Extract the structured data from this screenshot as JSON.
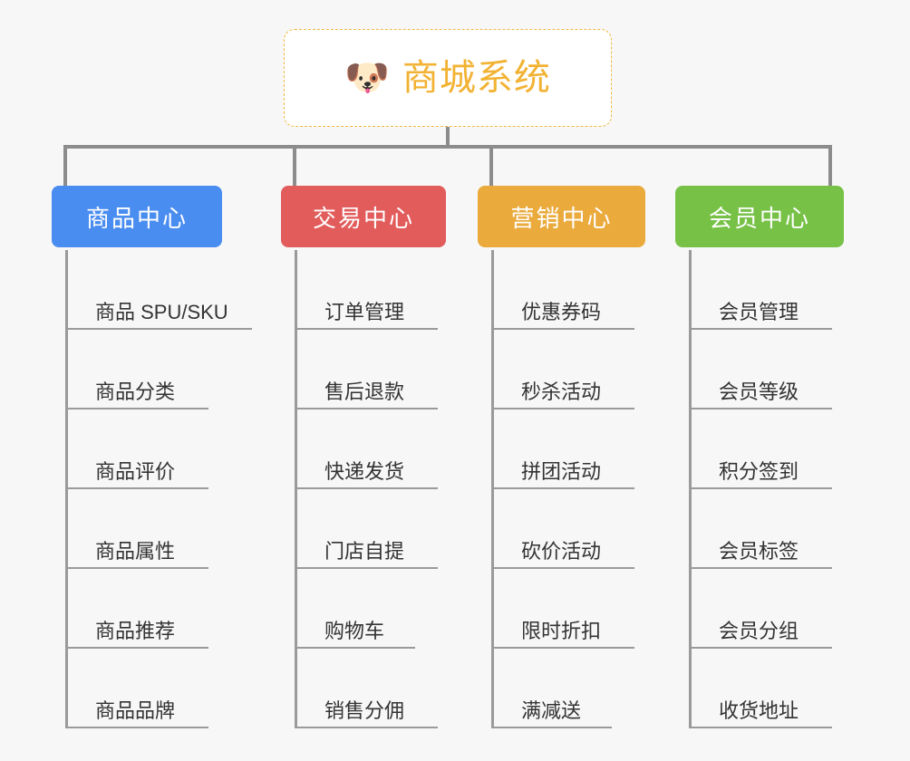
{
  "root": {
    "icon": "shiba-dog-face-icon",
    "emoji": "🐶",
    "title": "商城系统",
    "border_color": "#f0b840",
    "title_color": "#f2b233"
  },
  "canvas": {
    "background": "#f7f7f7",
    "connector_color": "#8c8c8c",
    "leaf_line_color": "#9a9a9a",
    "leaf_text_color": "#333333"
  },
  "columns": [
    {
      "title": "商品中心",
      "color": "#4a8df0",
      "items": [
        "商品 SPU/SKU",
        "商品分类",
        "商品评价",
        "商品属性",
        "商品推荐",
        "商品品牌"
      ]
    },
    {
      "title": "交易中心",
      "color": "#e25c5c",
      "items": [
        "订单管理",
        "售后退款",
        "快递发货",
        "门店自提",
        "购物车",
        "销售分佣"
      ]
    },
    {
      "title": "营销中心",
      "color": "#eaaa3c",
      "items": [
        "优惠券码",
        "秒杀活动",
        "拼团活动",
        "砍价活动",
        "限时折扣",
        "满减送"
      ]
    },
    {
      "title": "会员中心",
      "color": "#77c147",
      "items": [
        "会员管理",
        "会员等级",
        "积分签到",
        "会员标签",
        "会员分组",
        "收货地址"
      ]
    }
  ]
}
